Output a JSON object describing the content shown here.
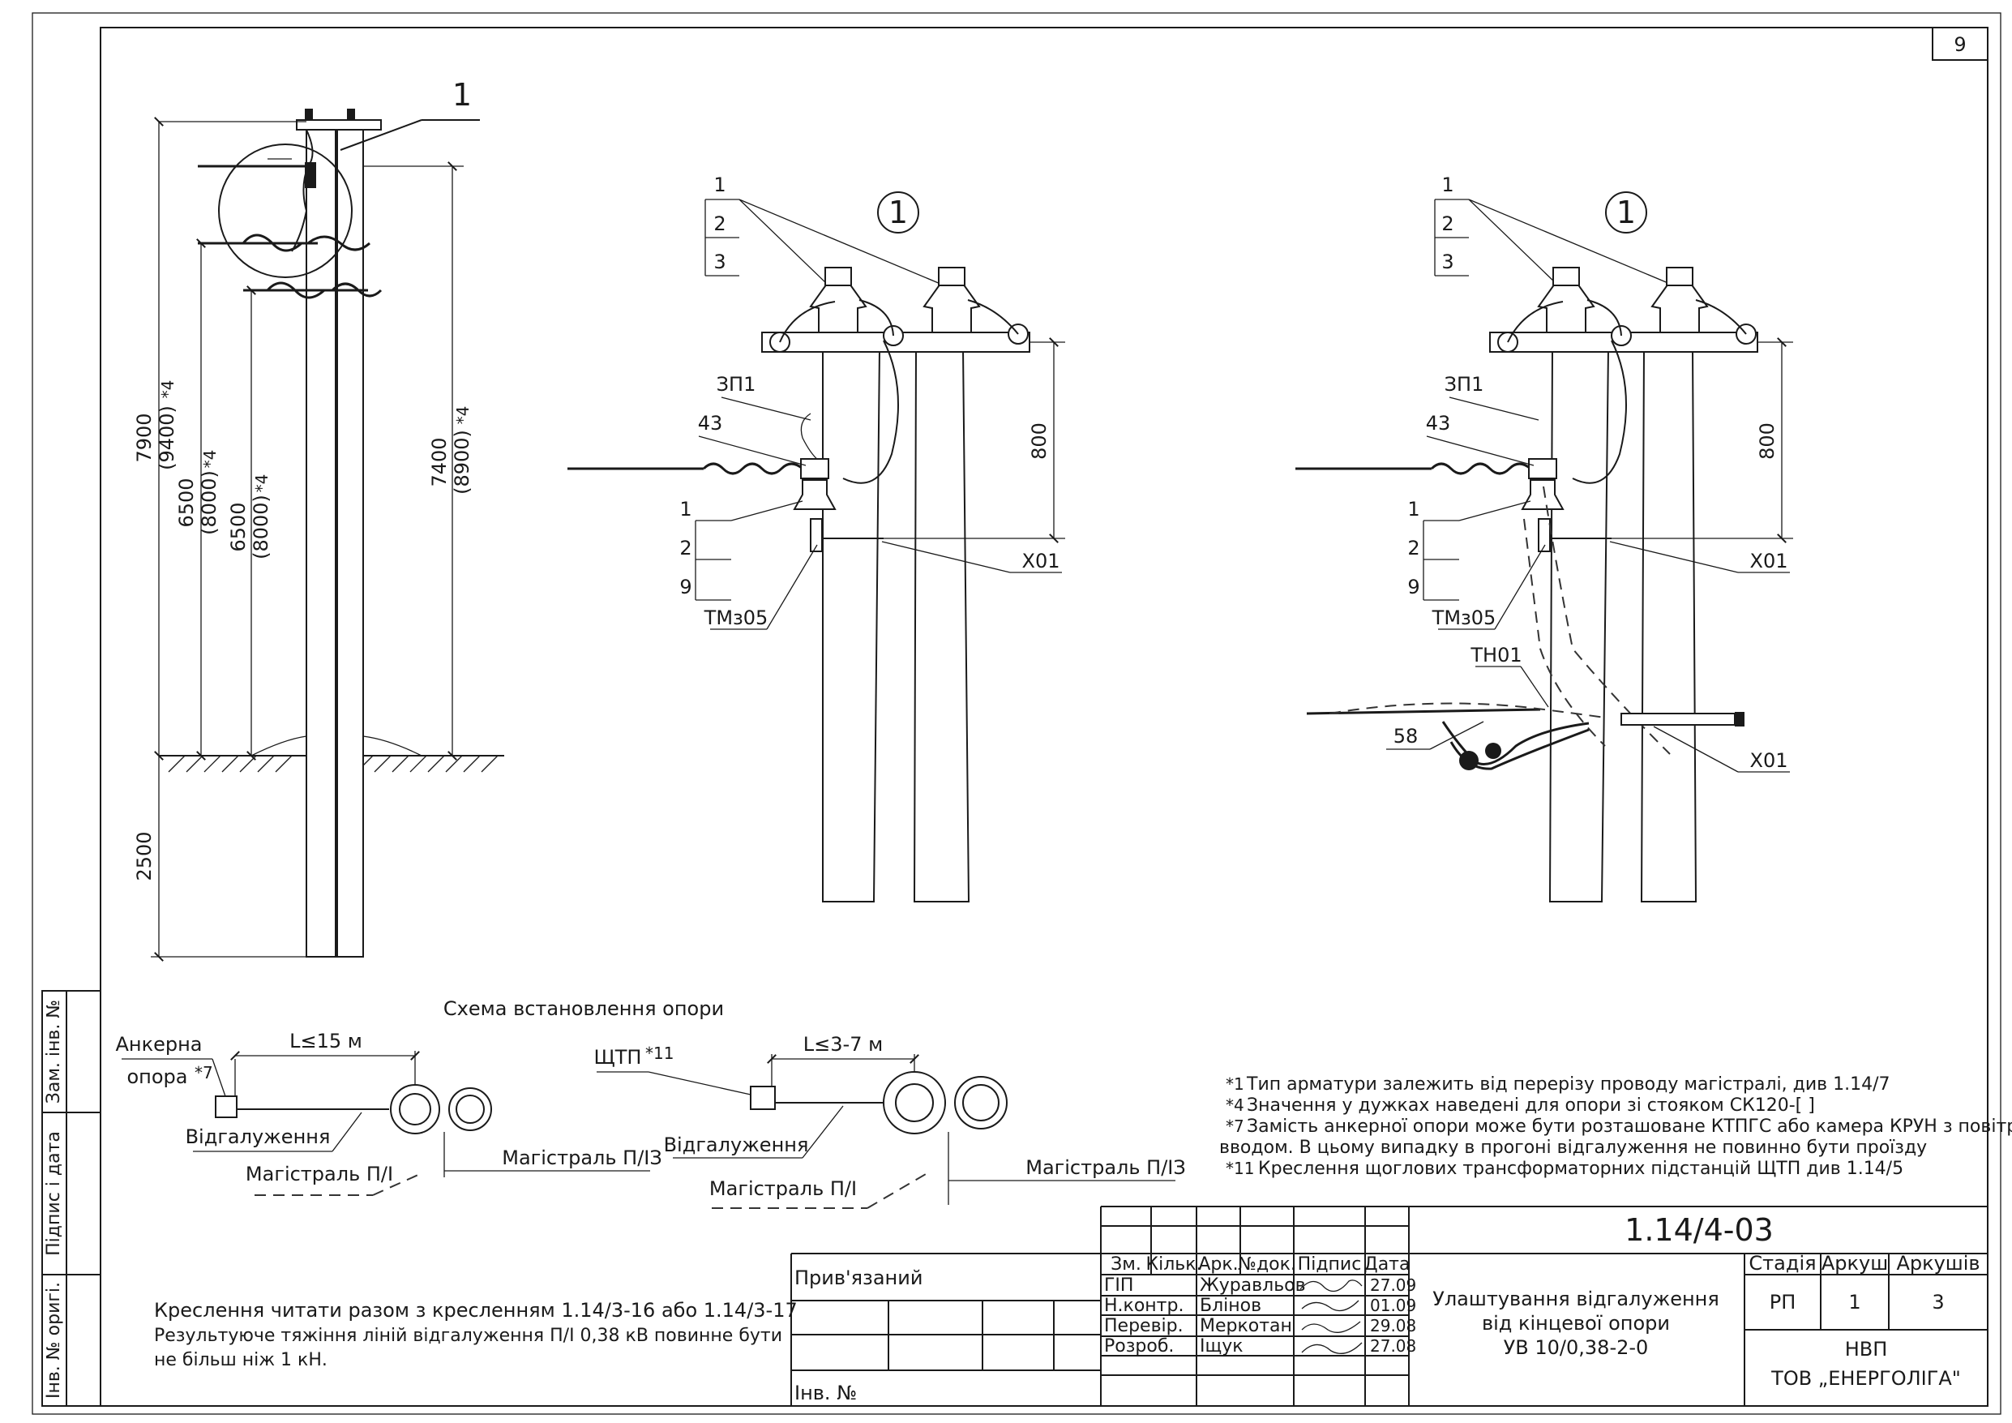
{
  "sheet_number": "9",
  "callout_marker": "1",
  "pole_elevation": {
    "dim_total": "7900",
    "dim_total_alt": "(9400)",
    "dim_note_mark": "*4",
    "dim_mid": "6500",
    "dim_mid_alt": "(8000)",
    "dim_low": "6500",
    "dim_low_alt": "(8000)",
    "dim_right": "7400",
    "dim_right_alt": "(8900)",
    "dim_buried": "2500"
  },
  "detail_left": {
    "circle_label": "1",
    "insulator_refs": [
      "1",
      "2",
      "3"
    ],
    "dim_800": "800",
    "label_zp1": "ЗП1",
    "label_43": "43",
    "lower_refs": [
      "1",
      "2",
      "9"
    ],
    "label_tmz05": "ТМз05",
    "label_x01": "Х01"
  },
  "detail_right": {
    "circle_label": "1",
    "insulator_refs": [
      "1",
      "2",
      "3"
    ],
    "dim_800": "800",
    "label_zp1": "ЗП1",
    "label_43": "43",
    "lower_refs": [
      "1",
      "2",
      "9"
    ],
    "label_tmz05": "ТМз05",
    "label_tn01": "ТН01",
    "label_58": "58",
    "label_x01_top": "Х01",
    "label_x01_bottom": "Х01"
  },
  "scheme": {
    "title": "Схема встановлення опори",
    "anchor_line1": "Анкерна",
    "anchor_line2": "опора",
    "anchor_note": "*7",
    "length_left": "L≤15 м",
    "branch_left": "Відгалуження",
    "main_pl3_left": "Магістраль П/ІЗ",
    "main_pl_left": "Магістраль П/І",
    "shtp": "ЩТП",
    "shtp_note": "*11",
    "length_right": "L≤3-7 м",
    "branch_right": "Відгалуження",
    "main_pl_right": "Магістраль П/І",
    "main_pl3_right": "Магістраль П/ІЗ"
  },
  "footnotes": [
    {
      "mark": "*1",
      "text": "Тип арматури залежить від перерізу проводу магістралі, див 1.14/7"
    },
    {
      "mark": "*4",
      "text": "Значення у дужках наведені для опори зі стояком СК120-[ ]"
    },
    {
      "mark": "*7",
      "text": "Замість анкерної опори може бути розташоване КТПГС або камера КРУН з повітряним"
    },
    {
      "mark": "",
      "text": "вводом. В цьому випадку в прогоні відгалуження не повинно бути проїзду"
    },
    {
      "mark": "*11",
      "text": "Креслення щоглових трансформаторних підстанцій ЩТП див 1.14/5"
    }
  ],
  "notes": [
    "Креслення читати разом з кресленням 1.14/3-16 або 1.14/3-17",
    "Результуюче тяжіння ліній відгалуження П/І 0,38 кВ повинне бути",
    "не більш ніж 1 кН."
  ],
  "side_stamp": [
    "Зам. інв. №",
    "Підпис і дата",
    "Інв. № оригі."
  ],
  "title_block": {
    "code": "1.14/4-03",
    "privyazanyi": "Прив'язаний",
    "inv_no": "Інв. №",
    "headers": [
      "Зм.",
      "Кільк.",
      "Арк.",
      "№док.",
      "Підпис",
      "Дата"
    ],
    "roles": [
      {
        "role": "ГІП",
        "name": "Журавльов",
        "date": "27.09"
      },
      {
        "role": "Н.контр.",
        "name": "Блінов",
        "date": "01.09"
      },
      {
        "role": "Перевір.",
        "name": "Меркотан",
        "date": "29.08"
      },
      {
        "role": "Розроб.",
        "name": "Іщук",
        "date": "27.08"
      }
    ],
    "title_lines": [
      "Улаштування відгалуження",
      "від кінцевої опори",
      "УВ 10/0,38-2-0"
    ],
    "stage_header": "Стадія",
    "sheet_header": "Аркуш",
    "sheets_header": "Аркушів",
    "stage": "РП",
    "sheet": "1",
    "sheets": "3",
    "org_line1": "НВП",
    "org_line2": "ТОВ „ЕНЕРГОЛІГА\""
  }
}
